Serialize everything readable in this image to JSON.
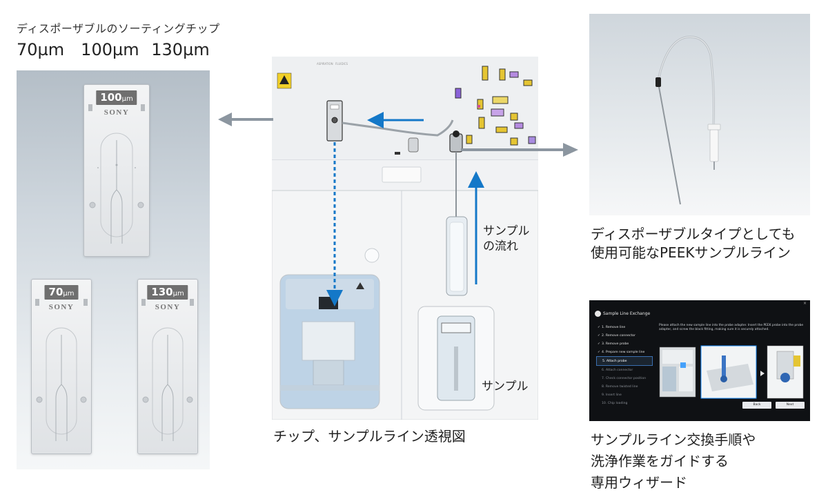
{
  "left_panel": {
    "title": "ディスポーザブルのソーティングチップ",
    "sizes": "70µm　100µm  130µm",
    "chips": [
      {
        "size": "100",
        "unit": "µm",
        "brand": "SONY"
      },
      {
        "size": "70",
        "unit": "µm",
        "brand": "SONY"
      },
      {
        "size": "130",
        "unit": "µm",
        "brand": "SONY"
      }
    ]
  },
  "center_panel": {
    "caption": "チップ、サンプルライン透視図",
    "flow_label": [
      "サンプル",
      "の流れ"
    ],
    "sample_label": "サンプル"
  },
  "peek_panel": {
    "caption_lines": [
      "ディスポーザブルタイプとしても",
      "使用可能なPEEKサンプルライン"
    ]
  },
  "wizard_panel": {
    "caption_lines": [
      "サンプルライン交換手順や",
      "洗浄作業をガイドする",
      "専用ウィザード"
    ],
    "window": {
      "title": "Sample Line Exchange",
      "close": "×",
      "steps": [
        {
          "label": "1. Remove line",
          "state": "done"
        },
        {
          "label": "2. Remove connector",
          "state": "done"
        },
        {
          "label": "3. Remove probe",
          "state": "done"
        },
        {
          "label": "4. Prepare new sample line",
          "state": "done"
        },
        {
          "label": "5. Attach probe",
          "state": "active"
        },
        {
          "label": "6. Attach connector",
          "state": "todo"
        },
        {
          "label": "7. Check connector position",
          "state": "todo"
        },
        {
          "label": "8. Remove twisted line",
          "state": "todo"
        },
        {
          "label": "9. Insert line",
          "state": "todo"
        },
        {
          "label": "10. Chip loading",
          "state": "todo"
        }
      ],
      "instruction": "Please attach the new sample line into the probe adapter. Insert the PEEK probe into the probe adapter, and screw the black fitting, making sure it is securely attached.",
      "back_label": "Back",
      "next_label": "Next"
    }
  }
}
